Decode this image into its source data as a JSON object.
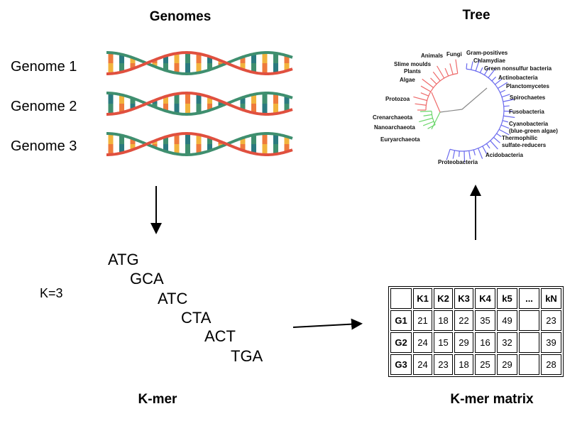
{
  "titles": {
    "genomes": "Genomes",
    "tree": "Tree",
    "kmer": "K-mer",
    "matrix": "K-mer matrix"
  },
  "genomes": [
    "Genome 1",
    "Genome 2",
    "Genome 3"
  ],
  "k_label": "K=3",
  "kmers": [
    "ATG",
    "GCA",
    "ATC",
    "CTA",
    "ACT",
    "TGA"
  ],
  "colors": {
    "strand_green": "#3f8f6f",
    "strand_red": "#e0503f",
    "rung_orange": "#ee7a3c",
    "rung_teal": "#2a7a80",
    "rung_yellow": "#f2b33c",
    "eukarya": "#ee6a6a",
    "archaea": "#6ad66a",
    "bacteria": "#6a6aee",
    "root": "#888888"
  },
  "tree_labels": {
    "eukarya": [
      "Animals",
      "Fungi",
      "Slime moulds",
      "Plants",
      "Algae",
      "Protozoa"
    ],
    "archaea": [
      "Crenarchaeota",
      "Nanoarchaeota",
      "Euryarchaeota"
    ],
    "bacteria": [
      "Gram-positives",
      "Chlamydiae",
      "Green nonsulfur bacteria",
      "Actinobacteria",
      "Planctomycetes",
      "Spirochaetes",
      "Fusobacteria",
      "Cyanobacteria",
      "(blue-green algae)",
      "Thermophilic",
      "sulfate-reducers",
      "Acidobacteria",
      "Proteobacteria"
    ]
  },
  "matrix": {
    "columns": [
      "",
      "K1",
      "K2",
      "K3",
      "K4",
      "k5",
      "...",
      "kN"
    ],
    "rows": [
      {
        "label": "G1",
        "values": [
          "21",
          "18",
          "22",
          "35",
          "49",
          "",
          "23"
        ]
      },
      {
        "label": "G2",
        "values": [
          "24",
          "15",
          "29",
          "16",
          "32",
          "",
          "39"
        ]
      },
      {
        "label": "G3",
        "values": [
          "24",
          "23",
          "18",
          "25",
          "29",
          "",
          "28"
        ]
      }
    ]
  }
}
